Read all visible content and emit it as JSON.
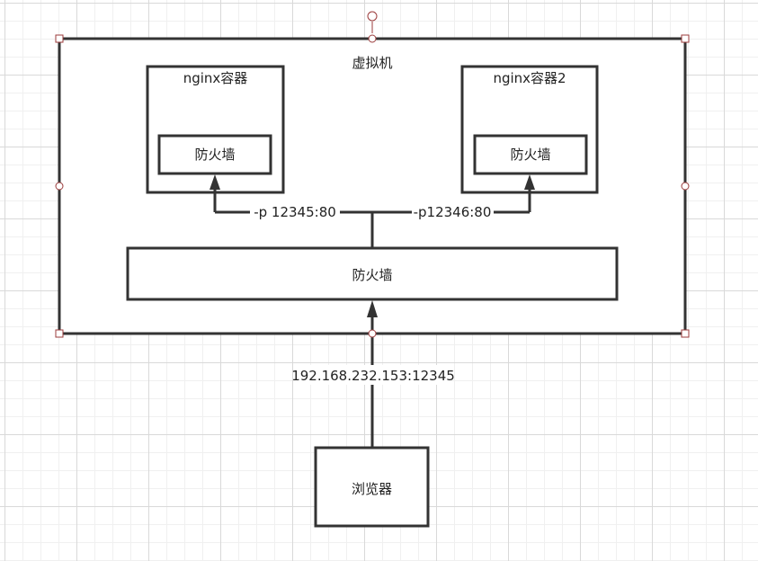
{
  "diagram": {
    "vm_label": "虚拟机",
    "container1_label": "nginx容器",
    "container2_label": "nginx容器2",
    "firewall1_label": "防火墙",
    "firewall2_label": "防火墙",
    "host_firewall_label": "防火墙",
    "port_map1_label": "-p 12345:80",
    "port_map2_label": "-p12346:80",
    "address_label": "192.168.232.153:12345",
    "browser_label": "浏览器"
  },
  "colors": {
    "stroke": "#333333",
    "selection_handle": "#9b3b3b",
    "grid": "#d9d9d9"
  }
}
